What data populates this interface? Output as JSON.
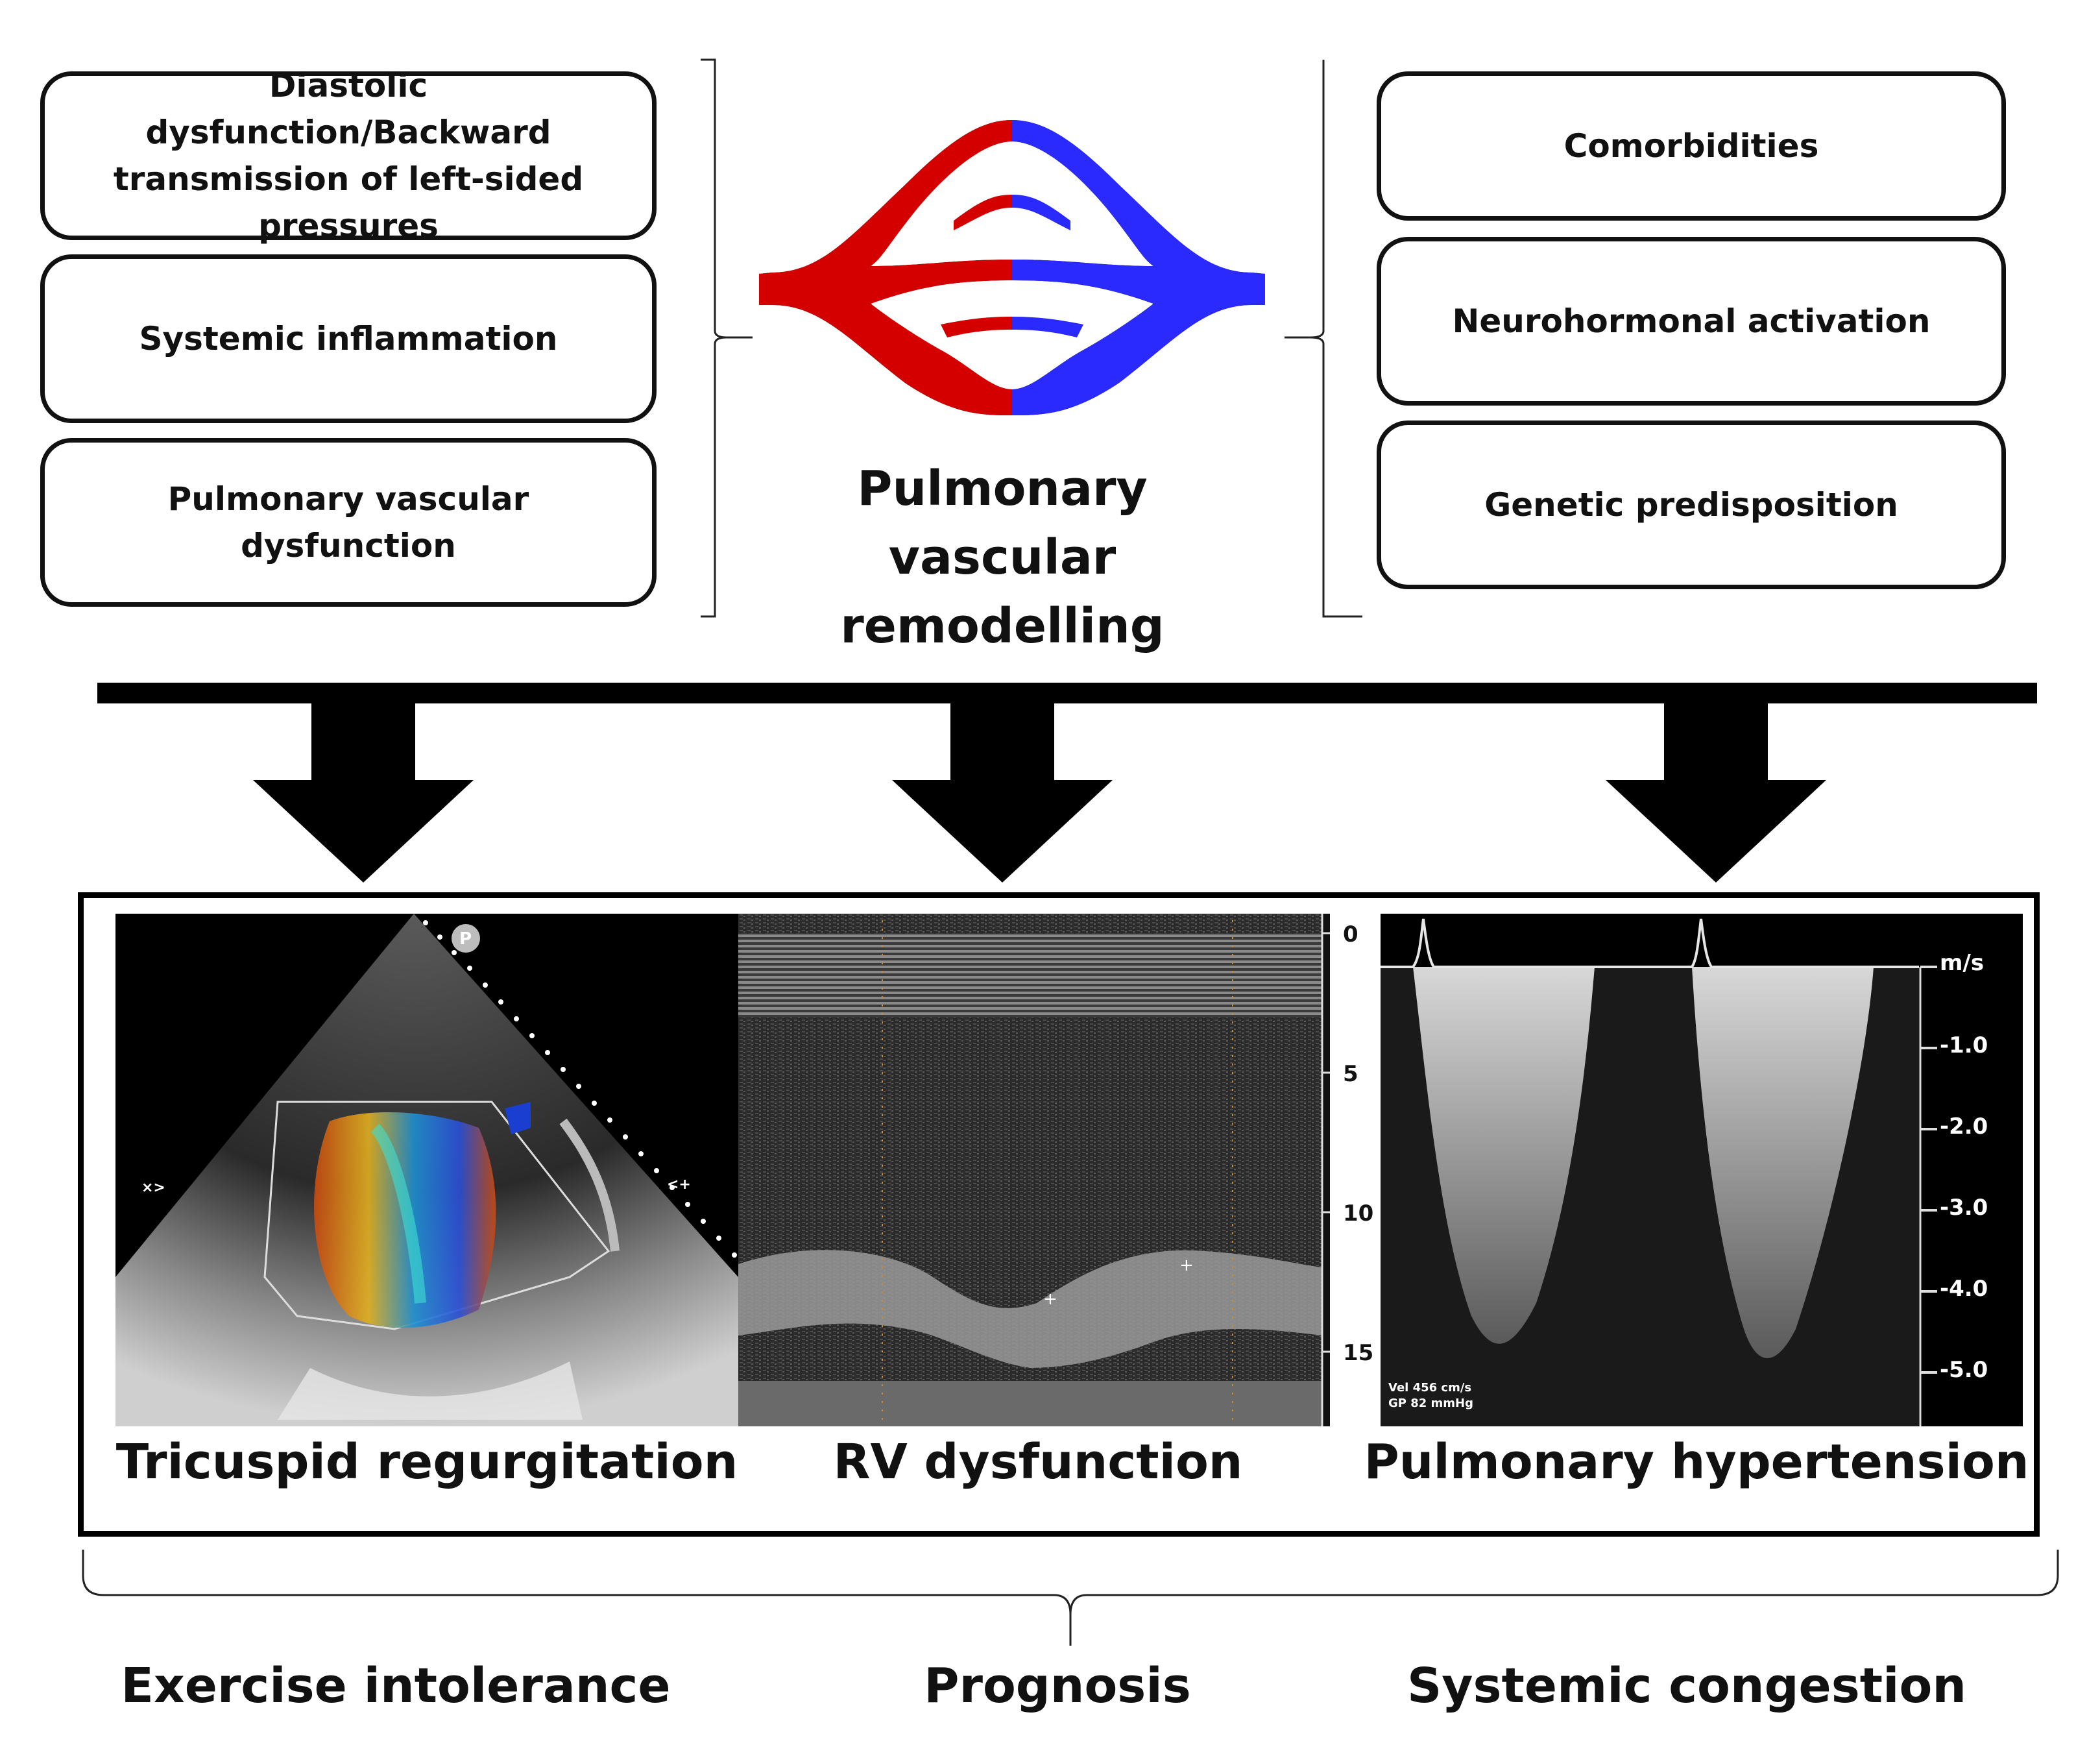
{
  "left_factors": [
    "Diastolic dysfunction/Backward transmission of left-sided pressures",
    "Systemic inflammation",
    "Pulmonary vascular dysfunction"
  ],
  "right_factors": [
    "Comorbidities",
    "Neurohormonal activation",
    "Genetic predisposition"
  ],
  "center_title": [
    "Pulmonary",
    "vascular",
    "remodelling"
  ],
  "panels": {
    "tricuspid": {
      "caption": "Tricuspid regurgitation",
      "marker": "P",
      "marker_left": "×>",
      "marker_right": "<+"
    },
    "rv": {
      "caption": "RV dysfunction",
      "depth_ticks": [
        "0",
        "5",
        "10",
        "15"
      ]
    },
    "ph": {
      "caption": "Pulmonary hypertension",
      "unit": "m/s",
      "vel_ticks": [
        "-1.0",
        "-2.0",
        "-3.0",
        "-4.0",
        "-5.0"
      ],
      "readout": [
        "Vel  456 cm/s",
        "GP  82 mmHg"
      ]
    }
  },
  "outcomes": [
    "Exercise intolerance",
    "Prognosis",
    "Systemic congestion"
  ],
  "colors": {
    "arterial": "#d40000",
    "venous": "#2a2aff",
    "ink": "#111111"
  }
}
